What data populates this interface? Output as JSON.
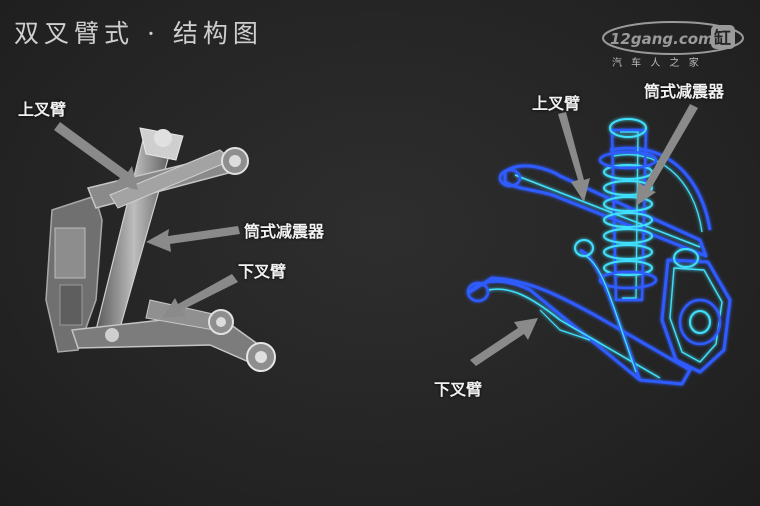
{
  "title": "双叉臂式 · 结构图",
  "logo": {
    "brand": "12gang.com",
    "badge": "缸",
    "tagline": "汽 车 人 之 家"
  },
  "left_labels": {
    "upper_arm": "上叉臂",
    "shock": "筒式减震器",
    "lower_arm": "下叉臂"
  },
  "right_labels": {
    "upper_arm": "上叉臂",
    "shock": "筒式减震器",
    "lower_arm": "下叉臂"
  },
  "colors": {
    "arrow": "#8a8a8a",
    "wire_outer": "#2f5bff",
    "wire_inner": "#3fe0ff"
  }
}
